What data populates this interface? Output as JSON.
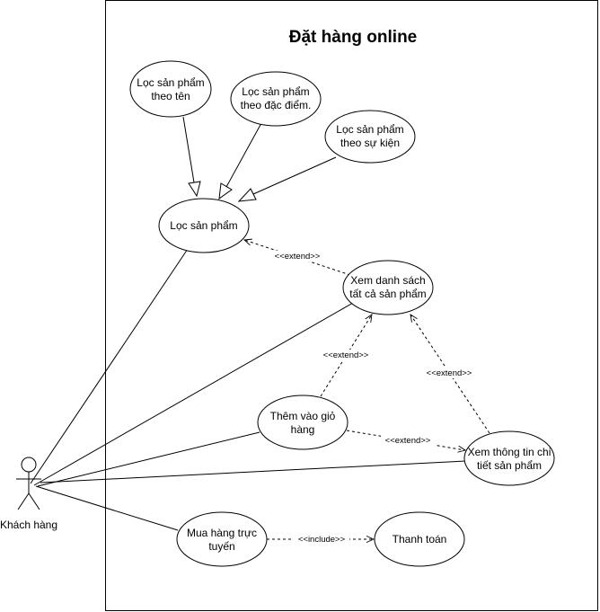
{
  "diagram": {
    "system_title": "Đặt hàng online",
    "actor": {
      "name": "Khách hàng"
    },
    "use_cases": {
      "filter_by_name": [
        "Lọc sản phẩm",
        "theo tên"
      ],
      "filter_by_feature": [
        "Lọc sản phẩm",
        "theo đặc điểm."
      ],
      "filter_by_event": [
        "Lọc sản phẩm",
        "theo sự kiện"
      ],
      "filter": [
        "Lọc sản phẩm"
      ],
      "view_all": [
        "Xem danh sách",
        "tất cả sản phẩm"
      ],
      "add_to_cart": [
        "Thêm vào giỏ",
        "hàng"
      ],
      "view_detail": [
        "Xem thông tin chi",
        "tiết sản phẩm"
      ],
      "buy_online": [
        "Mua hàng trực",
        "tuyến"
      ],
      "payment": [
        "Thanh toán"
      ]
    },
    "relations": {
      "extend_label": "<<extend>>",
      "include_label": "<<include>>"
    }
  }
}
